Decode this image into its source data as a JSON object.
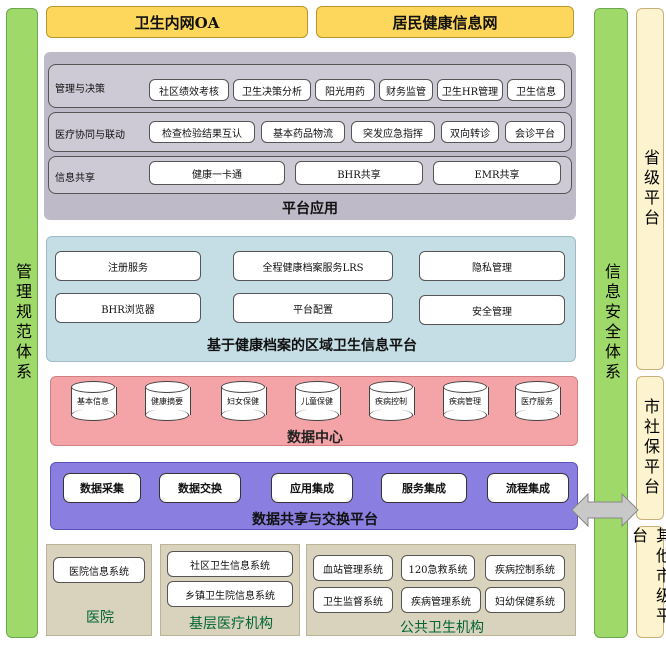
{
  "left_bar": {
    "label": "管理规范体系"
  },
  "middle_bar": {
    "label": "信息安全体系"
  },
  "right_bars": {
    "provincial": "省级平台",
    "city_social": "市社保平台",
    "other_city": "其他市级平台"
  },
  "top": {
    "oa": "卫生内网OA",
    "resident": "居民健康信息网"
  },
  "platform_app": {
    "title": "平台应用",
    "rows": [
      {
        "label": "管理与决策",
        "items": [
          "社区绩效考核",
          "卫生决策分析",
          "阳光用药",
          "财务监管",
          "卫生HR管理",
          "卫生信息"
        ]
      },
      {
        "label": "医疗协同与联动",
        "items": [
          "检查检验结果互认",
          "基本药品物流",
          "突发应急指挥",
          "双向转诊",
          "会诊平台"
        ]
      },
      {
        "label": "信息共享",
        "items": [
          "健康一卡通",
          "BHR共享",
          "EMR共享"
        ]
      }
    ]
  },
  "regional": {
    "title": "基于健康档案的区域卫生信息平台",
    "items": [
      "注册服务",
      "全程健康档案服务LRS",
      "隐私管理",
      "BHR浏览器",
      "平台配置",
      "安全管理"
    ]
  },
  "data_center": {
    "title": "数据中心",
    "items": [
      "基本信息",
      "健康摘要",
      "妇女保健",
      "儿童保健",
      "疾病控制",
      "疾病管理",
      "医疗服务"
    ]
  },
  "exchange": {
    "title": "数据共享与交换平台",
    "items": [
      "数据采集",
      "数据交换",
      "应用集成",
      "服务集成",
      "流程集成"
    ]
  },
  "hospital": {
    "title": "医院",
    "items": [
      "医院信息系统"
    ]
  },
  "grassroots": {
    "title": "基层医疗机构",
    "items": [
      "社区卫生信息系统",
      "乡镇卫生院信息系统"
    ]
  },
  "public_health": {
    "title": "公共卫生机构",
    "items": [
      "血站管理系统",
      "120急救系统",
      "疾病控制系统",
      "卫生监督系统",
      "疾病管理系统",
      "妇幼保健系统"
    ]
  },
  "colors": {
    "green_bar": "#9fd96a",
    "top_yellow": "#fdd65c",
    "app_panel": "#bfbac7",
    "regional_panel": "#c5dde4",
    "data_center_panel": "#f4a3a6",
    "exchange_panel": "#8a7fe0",
    "bottom_panel": "#d9d3bd"
  }
}
